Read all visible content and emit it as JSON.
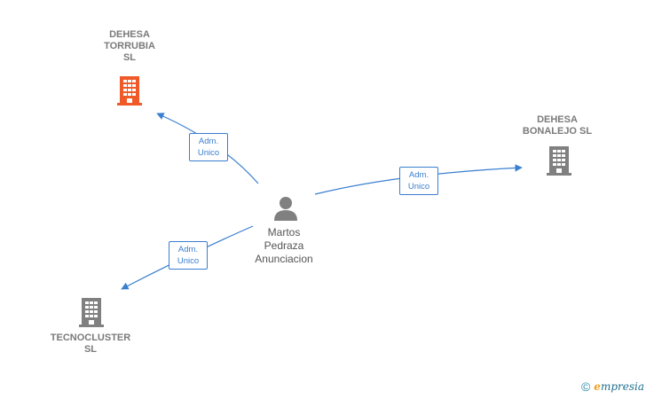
{
  "nodes": {
    "dehesa_torrubia": {
      "label": "DEHESA\nTORRUBIA\nSL",
      "type": "company",
      "color": "#f05a28"
    },
    "dehesa_bonalejo": {
      "label": "DEHESA\nBONALEJO  SL",
      "type": "company",
      "color": "#808080"
    },
    "tecnocluster": {
      "label": "TECNOCLUSTER\nSL",
      "type": "company",
      "color": "#808080"
    },
    "person": {
      "label": "Martos\nPedraza\nAnunciacion",
      "type": "person",
      "color": "#808080"
    }
  },
  "edges": [
    {
      "label": "Adm.\nUnico",
      "from": "person",
      "to": "dehesa_torrubia"
    },
    {
      "label": "Adm.\nUnico",
      "from": "person",
      "to": "dehesa_bonalejo"
    },
    {
      "label": "Adm.\nUnico",
      "from": "person",
      "to": "tecnocluster"
    }
  ],
  "footer": {
    "copyright_symbol": "©",
    "brand_initial": "e",
    "brand_rest": "mpresia"
  },
  "colors": {
    "edge": "#3a7fd0",
    "accent": "#f05a28",
    "neutral": "#808080"
  }
}
